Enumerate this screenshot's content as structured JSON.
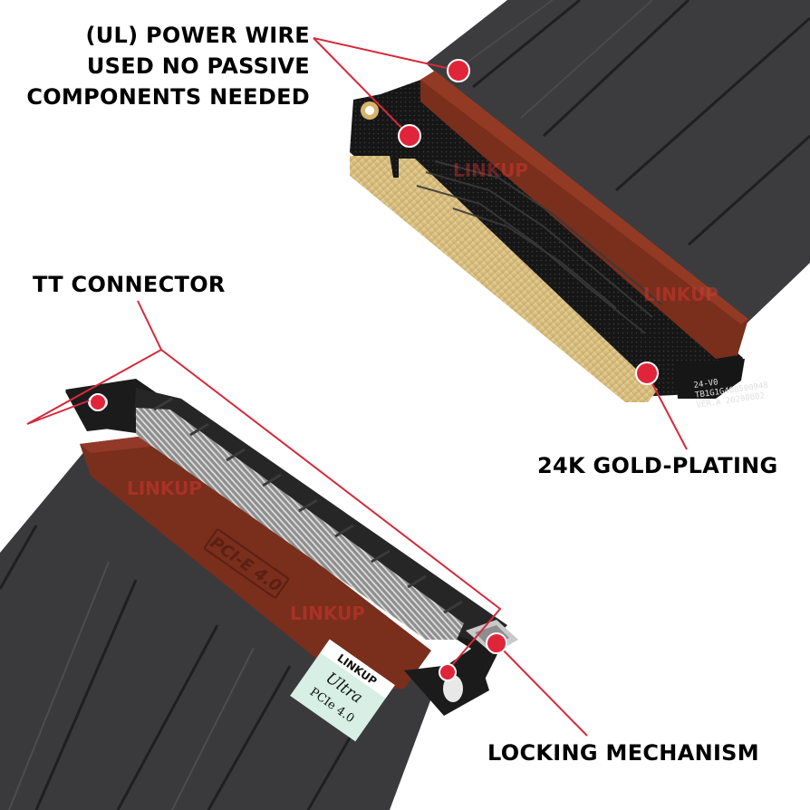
{
  "colors": {
    "background": "#ffffff",
    "cable": "#3a3a3c",
    "cable_dark": "#2b2b2d",
    "sleeve": "#7a2e1c",
    "connector": "#1e1e1e",
    "gold": "#d9c184",
    "callout_dot": "#e0253a",
    "callout_line": "#d42a3c",
    "label_sticker": "#d7efe4"
  },
  "callouts": {
    "power_wire": [
      "(UL) POWER WIRE",
      "USED NO PASSIVE",
      "COMPONENTS NEEDED"
    ],
    "tt_connector": "TT CONNECTOR",
    "gold_plating": "24K GOLD-PLATING",
    "locking_mechanism": "LOCKING MECHANISM"
  },
  "product_marks": {
    "watermark": "LINKUP",
    "sticker_brand": "LINKUP",
    "sticker_model": "Ultra",
    "sticker_spec": "PCIe 4.0",
    "sleeve_print": "PCI-E 4.0",
    "pcb_print": [
      "24-V0",
      "TB1G1G408500948",
      "VER.A   20200802"
    ]
  },
  "icons": {
    "callout_marker": "red-dot-icon",
    "mount_hole": "screw-hole-icon"
  }
}
